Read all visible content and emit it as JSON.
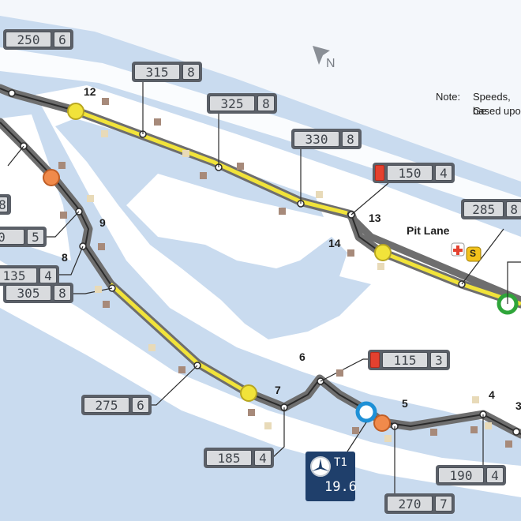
{
  "north_label": "N",
  "note": {
    "label": "Note:",
    "line1": "Speeds, Ge",
    "line2": "based upo"
  },
  "pit_lane_label": "Pit Lane",
  "medical_icon": "medical-cross-icon",
  "safety_icon": "safety-car-icon",
  "safety_letter": "S",
  "corners": [
    "12",
    "13",
    "14",
    "9",
    "8",
    "7",
    "6",
    "5",
    "4",
    "3"
  ],
  "gauges": [
    {
      "speed": "250",
      "gear": "6",
      "braking": false
    },
    {
      "speed": "315",
      "gear": "8",
      "braking": false
    },
    {
      "speed": "325",
      "gear": "8",
      "braking": false
    },
    {
      "speed": "330",
      "gear": "8",
      "braking": false
    },
    {
      "speed": "150",
      "gear": "4",
      "braking": true
    },
    {
      "speed": "285",
      "gear": "8",
      "braking": false
    },
    {
      "speed": "8",
      "gear": "",
      "braking": false
    },
    {
      "speed": "0",
      "gear": "5",
      "braking": false
    },
    {
      "speed": "135",
      "gear": "4",
      "braking": false
    },
    {
      "speed": "305",
      "gear": "8",
      "braking": false
    },
    {
      "speed": "275",
      "gear": "6",
      "braking": false
    },
    {
      "speed": "115",
      "gear": "3",
      "braking": true
    },
    {
      "speed": "185",
      "gear": "4",
      "braking": false
    },
    {
      "speed": "270",
      "gear": "7",
      "braking": false
    },
    {
      "speed": "190",
      "gear": "4",
      "braking": false
    }
  ],
  "lap_marker": {
    "label": "T1",
    "value": "19.6"
  },
  "colors": {
    "water": "#c9dbef",
    "island": "#ffffff",
    "track": "#6e6e6e",
    "drs": "#f1e33a",
    "brake_red": "#e4412f",
    "start_green": "#2fa53a",
    "t1_blue": "#1f3f6b"
  }
}
